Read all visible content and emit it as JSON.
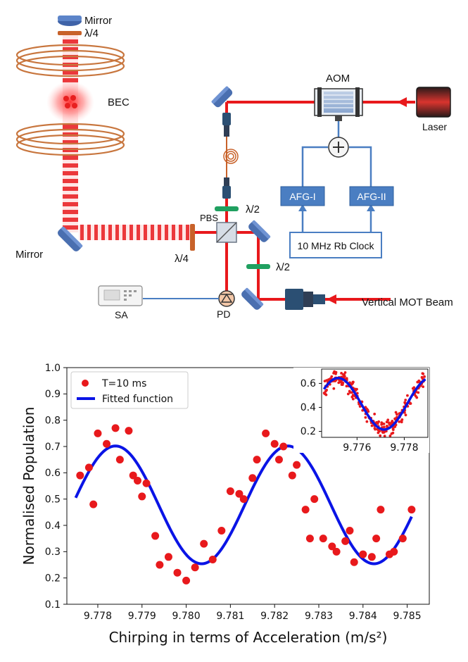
{
  "diagram": {
    "labels": {
      "mirror_top": "Mirror",
      "qwp_top": "λ/4",
      "bec": "BEC",
      "aom": "AOM",
      "laser": "Laser",
      "afg1": "AFG-I",
      "afg2": "AFG-II",
      "clock": "10 MHz Rb Clock",
      "hwp1": "λ/2",
      "pbs": "PBS",
      "mirror_bottom": "Mirror",
      "qwp_bottom": "λ/4",
      "hwp2": "λ/2",
      "sa": "SA",
      "pd": "PD",
      "mot": "Vertical MOT Beam"
    },
    "colors": {
      "beam": "#e8191c",
      "box_fill": "#4a7ec2",
      "wire": "#4a7ec2",
      "coil": "#c8763e",
      "mirror": "#4a6fb0",
      "waveplate_green": "#20a060",
      "waveplate_orange": "#c8622a"
    }
  },
  "chart_data": [
    {
      "type": "scatter",
      "xlabel": "Chirping in terms of Acceleration (m/s²)",
      "ylabel": "Normalised Population",
      "xlim": [
        9.7773,
        9.7855
      ],
      "ylim": [
        0.1,
        1.0
      ],
      "x_ticks": [
        9.778,
        9.779,
        9.78,
        9.781,
        9.782,
        9.783,
        9.784,
        9.785
      ],
      "x_tick_labels": [
        "9.778",
        "9.779",
        "9.780",
        "9.781",
        "9.782",
        "9.783",
        "9.784",
        "9.785"
      ],
      "y_ticks": [
        0.1,
        0.2,
        0.3,
        0.4,
        0.5,
        0.6,
        0.7,
        0.8,
        0.9,
        1.0
      ],
      "y_tick_labels": [
        "0.1",
        "0.2",
        "0.3",
        "0.4",
        "0.5",
        "0.6",
        "0.7",
        "0.8",
        "0.9",
        "1.0"
      ],
      "legend": {
        "position": "top-left",
        "entries": [
          "T=10 ms",
          "Fitted function"
        ]
      },
      "series": [
        {
          "name": "T=10 ms",
          "color": "#e8191c",
          "x": [
            9.7776,
            9.7778,
            9.7779,
            9.778,
            9.7782,
            9.7784,
            9.7785,
            9.7787,
            9.7788,
            9.7789,
            9.779,
            9.7791,
            9.7793,
            9.7794,
            9.7796,
            9.7798,
            9.78,
            9.7802,
            9.7804,
            9.7806,
            9.7808,
            9.781,
            9.7812,
            9.7813,
            9.7815,
            9.7816,
            9.7818,
            9.782,
            9.7821,
            9.7822,
            9.7824,
            9.7825,
            9.7827,
            9.7828,
            9.7829,
            9.7831,
            9.7833,
            9.7834,
            9.7836,
            9.7837,
            9.7838,
            9.784,
            9.7842,
            9.7843,
            9.7844,
            9.7846,
            9.7847,
            9.7849,
            9.7851
          ],
          "y": [
            0.59,
            0.62,
            0.48,
            0.75,
            0.71,
            0.77,
            0.65,
            0.76,
            0.59,
            0.57,
            0.51,
            0.56,
            0.36,
            0.25,
            0.28,
            0.22,
            0.19,
            0.24,
            0.33,
            0.27,
            0.38,
            0.53,
            0.52,
            0.5,
            0.58,
            0.65,
            0.75,
            0.71,
            0.65,
            0.7,
            0.59,
            0.63,
            0.46,
            0.35,
            0.5,
            0.35,
            0.32,
            0.3,
            0.34,
            0.38,
            0.26,
            0.29,
            0.28,
            0.35,
            0.46,
            0.29,
            0.3,
            0.35,
            0.46
          ]
        },
        {
          "name": "Fitted function",
          "color": "#0a14e6",
          "fit": {
            "offset": 0.478,
            "amplitude": 0.224,
            "period": 0.0039,
            "peak_x": 9.7784,
            "x_start": 9.7775,
            "x_end": 9.7851
          }
        }
      ]
    },
    {
      "type": "scatter",
      "xlim": [
        9.7745,
        9.779
      ],
      "ylim": [
        0.15,
        0.72
      ],
      "x_ticks": [
        9.776,
        9.778
      ],
      "x_tick_labels": [
        "9.776",
        "9.778"
      ],
      "y_ticks": [
        0.2,
        0.4,
        0.6
      ],
      "y_tick_labels": [
        "0.2",
        "0.4",
        "0.6"
      ],
      "series": [
        {
          "name": "",
          "color": "#e8191c",
          "count": 260,
          "x_start": 9.7746,
          "x_end": 9.7789,
          "noise": 0.07
        },
        {
          "name": "",
          "color": "#0a14e6",
          "fit": {
            "offset": 0.43,
            "amplitude": 0.215,
            "period": 0.0039,
            "peak_x": 9.7752,
            "x_start": 9.7746,
            "x_end": 9.7789
          }
        }
      ]
    }
  ]
}
